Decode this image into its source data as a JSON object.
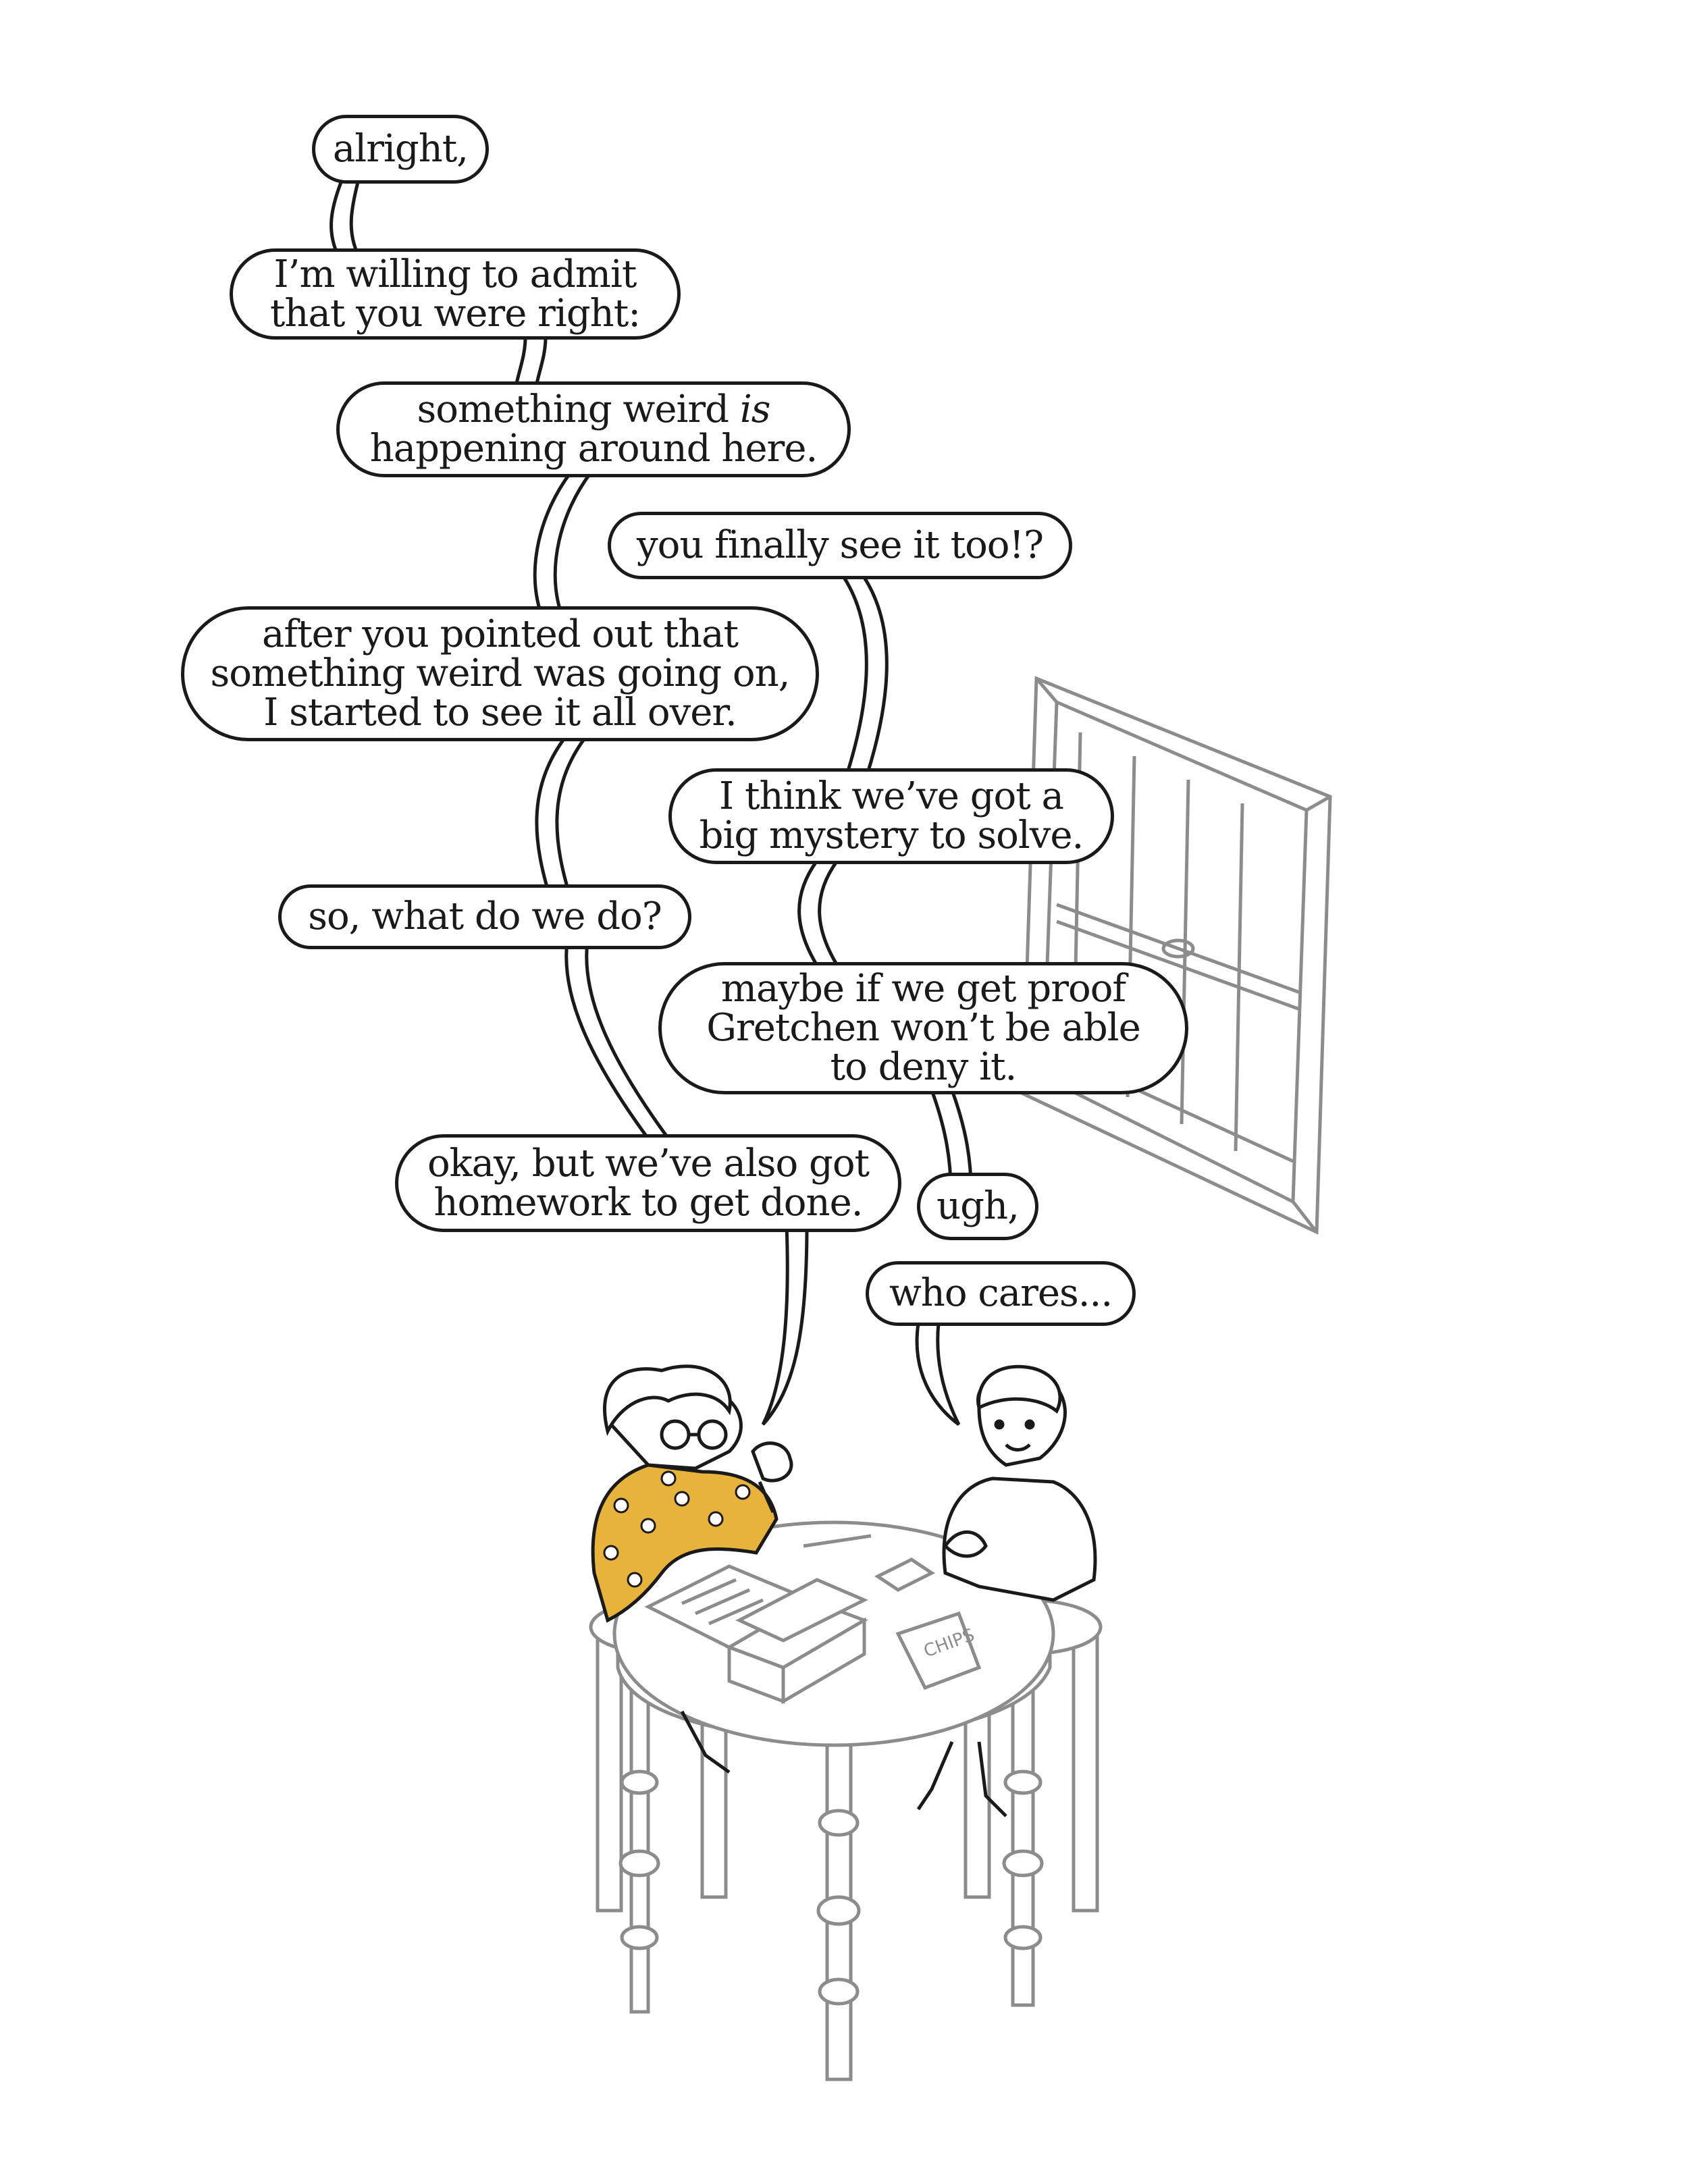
{
  "dialogue": {
    "b1": {
      "line1": "alright,"
    },
    "b2": {
      "line1": "I’m willing to admit",
      "line2": "that you were right:"
    },
    "b3": {
      "line1_pre": "something weird ",
      "line1_em": "is",
      "line2": "happening around here."
    },
    "b4": {
      "line1": "you finally see it too!?"
    },
    "b5": {
      "line1": "after you pointed out that",
      "line2": "something weird was going on,",
      "line3": "I started to see it all over."
    },
    "b6": {
      "line1": "I think we’ve got a",
      "line2": "big mystery to solve."
    },
    "b7": {
      "line1": "so, what do we do?"
    },
    "b8": {
      "line1": "maybe if we get proof",
      "line2": "Gretchen won’t be able",
      "line3": "to deny it."
    },
    "b9": {
      "line1": "okay, but we’ve also got",
      "line2": "homework to get done."
    },
    "b10": {
      "line1": "ugh,"
    },
    "b11": {
      "line1": "who cares..."
    }
  },
  "props": {
    "snack_bag_label": "CHIPS"
  },
  "colors": {
    "ink": "#1a1a1a",
    "line_gray": "#8c8c8c",
    "sweater_yellow": "#e8b33a"
  }
}
